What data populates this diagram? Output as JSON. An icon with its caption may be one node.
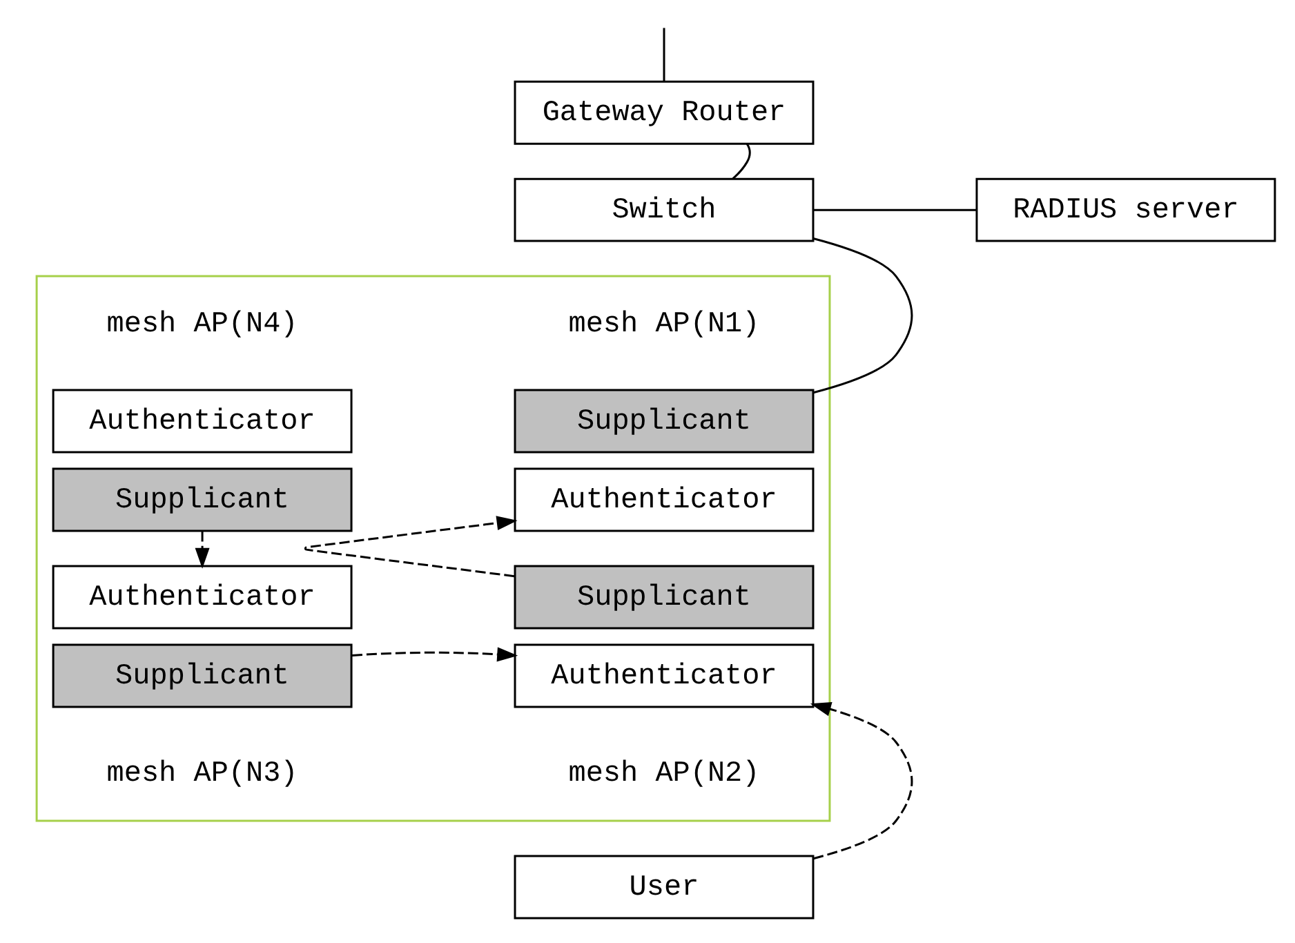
{
  "diagram": {
    "nodes": [
      {
        "text": [
          "Gateway Router"
        ]
      },
      {
        "text": [
          "Switch"
        ]
      },
      {
        "text": [
          "RADIUS server"
        ]
      },
      {
        "text": [],
        "shape": "box"
      },
      {
        "text": [
          "Authenticator"
        ],
        "in": 3
      },
      {
        "text": [
          "Supplicant"
        ],
        "in": 3
      },
      {
        "text": [
          "Supplicant"
        ],
        "in": 3
      },
      {
        "text": [
          "Authenticator"
        ],
        "in": 3
      },
      {
        "text": [
          "Authenticator"
        ],
        "in": 3
      },
      {
        "text": [
          "Supplicant"
        ],
        "in": 3
      },
      {
        "text": [
          "Supplicant"
        ],
        "in": 3
      },
      {
        "text": [
          "Authenticator"
        ],
        "in": 3
      },
      {
        "text": [
          "User"
        ]
      }
    ],
    "edges": [
      {
        "from": null,
        "to": 0,
        "arrow": "none"
      },
      {
        "from": 0,
        "to": 1,
        "arrow": "none"
      },
      {
        "from": 1,
        "to": 2,
        "arrow": "none"
      },
      {
        "from": 1,
        "to": 6,
        "arrow": "none"
      },
      {
        "from": 5,
        "to": 8,
        "arrow": "to",
        "style": "dashed"
      },
      {
        "from": 9,
        "to": 11,
        "arrow": "to",
        "style": "dashed"
      },
      {
        "from": 10,
        "to": 7,
        "arrow": "to",
        "style": "dashed"
      },
      {
        "from": 12,
        "to": 11,
        "arrow": "to",
        "style": "dashed"
      }
    ],
    "labels": [
      "mesh AP(N4)",
      "mesh AP(N1)",
      "mesh AP(N3)",
      "mesh AP(N2)"
    ]
  }
}
